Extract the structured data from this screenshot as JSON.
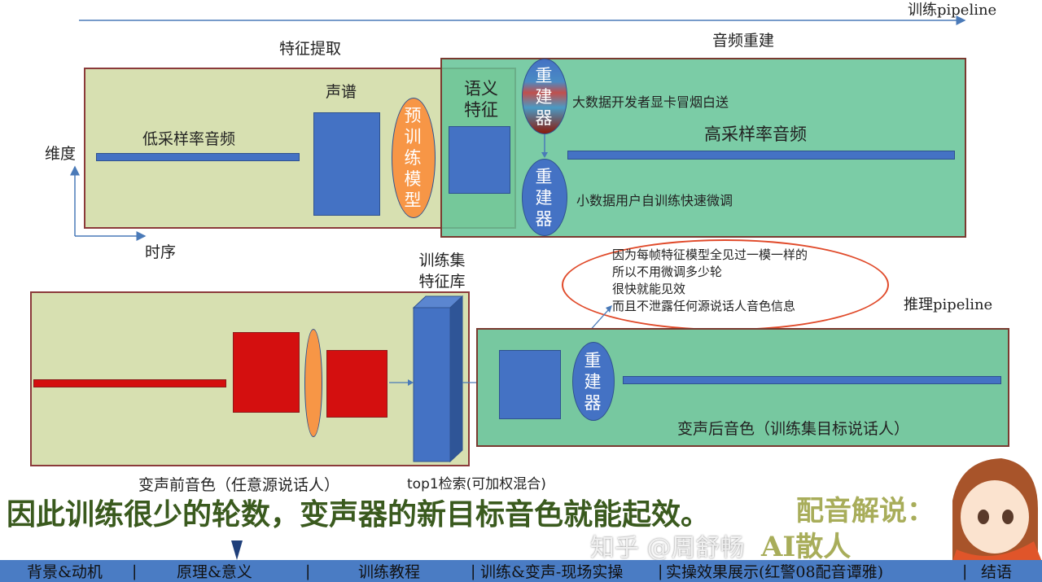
{
  "pipelines": {
    "train": "训练pipeline",
    "infer": "推理pipeline"
  },
  "sections": {
    "feature_extraction": "特征提取",
    "audio_reconstruction": "音频重建"
  },
  "axes": {
    "y": "维度",
    "x": "时序"
  },
  "train": {
    "low_rate_audio": "低采样率音频",
    "spectrum": "声谱",
    "pretrained_model": "预训练模型",
    "semantic_feature": "语义特征",
    "reconstructor": "重建器",
    "big_data_note": "大数据开发者显卡冒烟白送",
    "small_data_note": "小数据用户自训练快速微调",
    "high_rate_audio": "高采样率音频"
  },
  "callout": {
    "lines": [
      "因为每帧特征模型全见过一模一样的",
      "所以不用微调多少轮",
      "很快就能见效",
      "而且不泄露任何源说话人音色信息"
    ]
  },
  "infer": {
    "feature_bank": [
      "训练集",
      "特征库"
    ],
    "source_voice": "变声前音色（任意源说话人）",
    "retrieval": "top1检索(可加权混合)",
    "reconstructor": "重建器",
    "target_voice": "变声后音色（训练集目标说话人）"
  },
  "subtitle": "因此训练很少的轮数，变声器的新目标音色就能起效。",
  "narration": {
    "label": "配音解说：",
    "name": "AI散人",
    "watermark": "知乎 @周舒畅"
  },
  "nav": {
    "items": [
      "背景&动机",
      "原理&意义",
      "训练教程",
      "训练&变声-现场实操",
      "实操效果展示(红警08配音谭雅)",
      "结语"
    ],
    "active_index": 1
  },
  "colors": {
    "olive_box": "#d7e0b1",
    "green_box": "#77c8a0",
    "blue": "#4472c4",
    "red": "#d40f0f",
    "orange": "#f79646",
    "nav": "#4a7cc4"
  }
}
